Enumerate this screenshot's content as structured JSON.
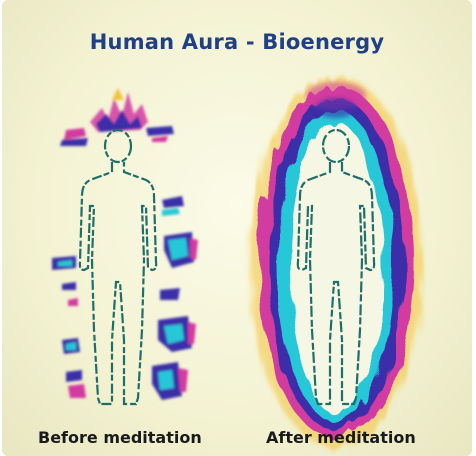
{
  "title": "Human Aura - Bioenergy",
  "panels": [
    {
      "caption": "Before meditation"
    },
    {
      "caption": "After meditation"
    }
  ],
  "colors": {
    "title": "#1f3f86",
    "outline": "#1f6e6a",
    "aura_inner": "#25c8d8",
    "aura_mid": "#3a2fa8",
    "aura_outer": "#d23aa0",
    "aura_glow": "#f3c23a"
  }
}
